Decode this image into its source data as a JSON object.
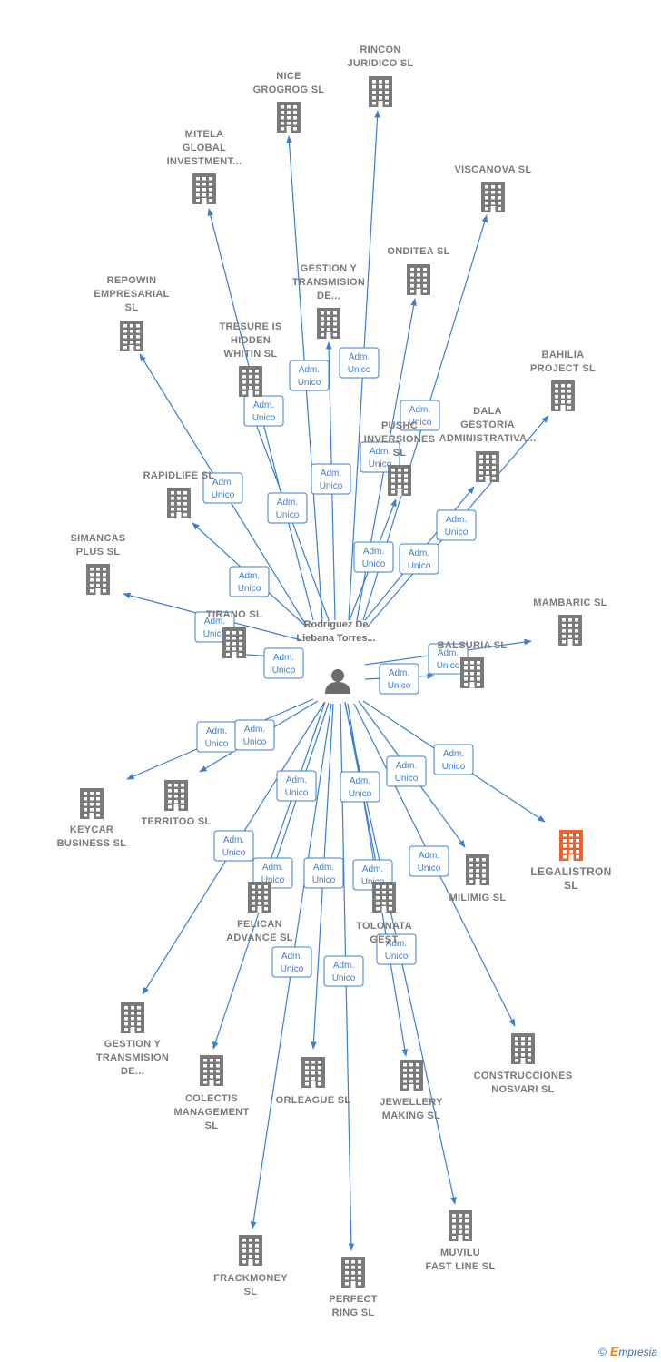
{
  "center": {
    "name": "Rodriguez De Liebana Torres...",
    "icon": "person-icon"
  },
  "relation_label": {
    "line1": "Adm.",
    "line2": "Unico"
  },
  "colors": {
    "edge": "#3a7fd5",
    "building": "#7a7a7a",
    "highlight": "#f0612e"
  },
  "companies": [
    {
      "name": "RINCON JURIDICO SL",
      "lines": [
        "RINCON",
        "JURIDICO SL"
      ]
    },
    {
      "name": "NICE GROGROG SL",
      "lines": [
        "NICE",
        "GROGROG SL"
      ]
    },
    {
      "name": "MITELA GLOBAL INVESTMENT...",
      "lines": [
        "MITELA",
        "GLOBAL",
        "INVESTMENT..."
      ]
    },
    {
      "name": "VISCANOVA SL",
      "lines": [
        "VISCANOVA SL"
      ]
    },
    {
      "name": "ONDITEA SL",
      "lines": [
        "ONDITEA SL"
      ]
    },
    {
      "name": "GESTION Y TRANSMISION DE...",
      "lines": [
        "GESTION Y",
        "TRANSMISION",
        "DE..."
      ]
    },
    {
      "name": "REPOWIN EMPRESARIAL SL",
      "lines": [
        "REPOWIN",
        "EMPRESARIAL",
        "SL"
      ]
    },
    {
      "name": "TRESURE IS HIDDEN WHITIN SL",
      "lines": [
        "TRESURE IS",
        "HIDDEN",
        "WHITIN SL"
      ]
    },
    {
      "name": "BAHILIA PROJECT SL",
      "lines": [
        "BAHILIA",
        "PROJECT SL"
      ]
    },
    {
      "name": "PUSHC INVERSIONES SL",
      "lines": [
        "PUSHC",
        "INVERSIONES",
        "SL"
      ]
    },
    {
      "name": "DALA GESTORIA ADMINISTRATIVA...",
      "lines": [
        "DALA",
        "GESTORIA",
        "ADMINISTRATIVA..."
      ]
    },
    {
      "name": "RAPIDLIFE SL",
      "lines": [
        "RAPIDLIFE SL"
      ]
    },
    {
      "name": "SIMANCAS PLUS SL",
      "lines": [
        "SIMANCAS",
        "PLUS SL"
      ]
    },
    {
      "name": "TIRANO SL",
      "lines": [
        "TIRANO SL"
      ]
    },
    {
      "name": "MAMBARIC SL",
      "lines": [
        "MAMBARIC SL"
      ]
    },
    {
      "name": "BALSURIA SL",
      "lines": [
        "BALSURIA SL"
      ]
    },
    {
      "name": "KEYCAR BUSINESS SL",
      "lines": [
        "KEYCAR",
        "BUSINESS SL"
      ]
    },
    {
      "name": "TERRITOO SL",
      "lines": [
        "TERRITOO SL"
      ]
    },
    {
      "name": "LEGALISTRON SL",
      "lines": [
        "LEGALISTRON",
        "SL"
      ],
      "highlight": true
    },
    {
      "name": "MILIMIG SL",
      "lines": [
        "MILIMIG SL"
      ]
    },
    {
      "name": "FELICAN ADVANCE SL",
      "lines": [
        "FELICAN",
        "ADVANCE SL"
      ]
    },
    {
      "name": "TOLONATA GEST SL",
      "lines": [
        "TOLONATA",
        "GEST"
      ]
    },
    {
      "name": "GESTION Y TRANSMISION DE...",
      "lines": [
        "GESTION Y",
        "TRANSMISION",
        "DE..."
      ]
    },
    {
      "name": "COLECTIS MANAGEMENT SL",
      "lines": [
        "COLECTIS",
        "MANAGEMENT",
        "SL"
      ]
    },
    {
      "name": "ORLEAGUE SL",
      "lines": [
        "ORLEAGUE SL"
      ]
    },
    {
      "name": "JEWELLERY MAKING SL",
      "lines": [
        "JEWELLERY",
        "MAKING SL"
      ]
    },
    {
      "name": "CONSTRUCCIONES NOSVARI SL",
      "lines": [
        "CONSTRUCCIONES",
        "NOSVARI SL"
      ]
    },
    {
      "name": "FRACKMONEY SL",
      "lines": [
        "FRACKMONEY",
        "SL"
      ]
    },
    {
      "name": "PERFECT RING SL",
      "lines": [
        "PERFECT",
        "RING SL"
      ]
    },
    {
      "name": "MUVILU FAST LINE SL",
      "lines": [
        "MUVILU",
        "FAST LINE SL"
      ]
    }
  ],
  "footer": {
    "copyright": "©",
    "brand_first": "E",
    "brand_rest": "mpresia"
  }
}
